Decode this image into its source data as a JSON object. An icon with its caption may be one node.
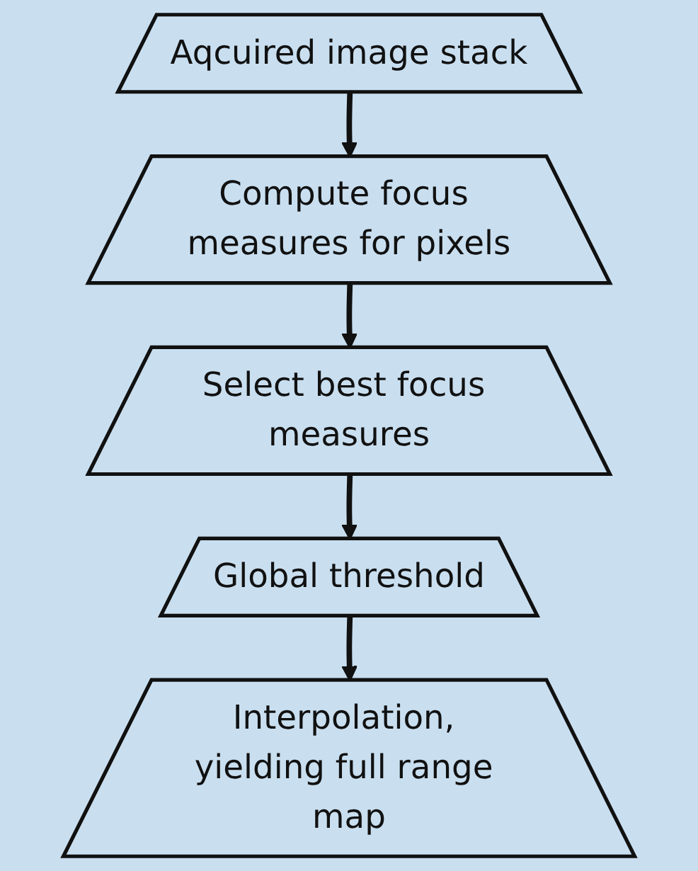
{
  "diagram": {
    "nodes": [
      {
        "text": [
          "Aqcuired image stack"
        ]
      },
      {
        "text": [
          "Compute focus measures for pixels"
        ]
      },
      {
        "text": [
          "Select best focus measures"
        ]
      },
      {
        "text": [
          "Global threshold"
        ]
      },
      {
        "text": [
          "Interpolation, yielding full range map"
        ]
      }
    ],
    "edges": [
      {
        "from": 0,
        "to": 1,
        "arrow": "to"
      },
      {
        "from": 1,
        "to": 2,
        "arrow": "to"
      },
      {
        "from": 2,
        "to": 3,
        "arrow": "to"
      },
      {
        "from": 3,
        "to": 4,
        "arrow": "to"
      }
    ]
  }
}
